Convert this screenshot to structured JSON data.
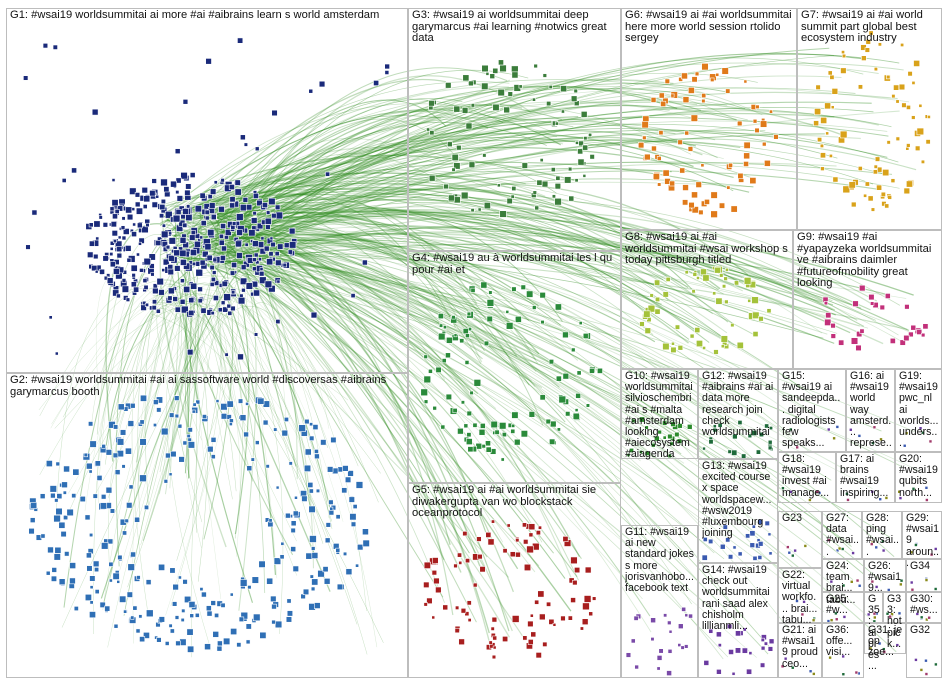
{
  "groups": [
    {
      "id": "G1",
      "label": "G1: #wsai19 worldsummitai ai more #ai #aibrains learn s world amsterdam"
    },
    {
      "id": "G2",
      "label": "G2: #wsai19 worldsummitai #ai ai sassoftware world #discoversas #aibrains garymarcus booth"
    },
    {
      "id": "G3",
      "label": "G3: #wsai19 ai worldsummitai deep garymarcus #ai learning #notwics great data"
    },
    {
      "id": "G4",
      "label": "G4: #wsai19 au à worldsummitai les l qu pour #ai et"
    },
    {
      "id": "G5",
      "label": "G5: #wsai19 ai #ai worldsummitai sie diwakergupta van wo blockstack oceanprotocol"
    },
    {
      "id": "G6",
      "label": "G6: #wsai19 ai #ai worldsummitai here more world session rtolido sergey"
    },
    {
      "id": "G7",
      "label": "G7: #wsai19 ai #ai world summit part global best ecosystem industry"
    },
    {
      "id": "G8",
      "label": "G8: #wsai19 ai #ai worldsummitai #wsai workshop s today pittsburgh titled"
    },
    {
      "id": "G9",
      "label": "G9: #wsai19 #ai #yapayzeka worldsummitai ve #aibrains daimler #futureofmobility great looking"
    },
    {
      "id": "G10",
      "label": "G10: #wsai19 worldsummitai silvioschembri #ai s #malta #amsterdam looking #aiecosystem #aiagenda"
    },
    {
      "id": "G11",
      "label": "G11: #wsai19 ai new standard jokes s more jorisvanhobo... facebook text"
    },
    {
      "id": "G12",
      "label": "G12: #wsai19 #aibrains #ai ai data more research join check worldsummitai"
    },
    {
      "id": "G13",
      "label": "G13: #wsai19 excited course x space worldspacew... #wsw2019 #luxembourg joining"
    },
    {
      "id": "G14",
      "label": "G14: #wsai19 check out worldsummitai rani saad alex chisholm lillianmli..."
    },
    {
      "id": "G15",
      "label": "G15: #wsai19 ai sandeepda... digital radiologists few speaks..."
    },
    {
      "id": "G16",
      "label": "G16: ai #wsai19 world way amsterd... represe..."
    },
    {
      "id": "G17",
      "label": "G17: ai brains #wsai19 inspiring..."
    },
    {
      "id": "G18",
      "label": "G18: #wsai19 invest #ai manage..."
    },
    {
      "id": "G19",
      "label": "G19: #wsai19 pwc_nl ai worlds... unders..."
    },
    {
      "id": "G20",
      "label": "G20: #wsai19 qubits north..."
    },
    {
      "id": "G21",
      "label": "G21: ai #wsai19 proud ceo..."
    },
    {
      "id": "G22",
      "label": "G22: virtual workfo... brai... tabu..."
    },
    {
      "id": "G23",
      "label": "G23"
    },
    {
      "id": "G24",
      "label": "G24: team brai... tabu..."
    },
    {
      "id": "G25",
      "label": "G25: #w..."
    },
    {
      "id": "G26",
      "label": "G26: #wsai19..."
    },
    {
      "id": "G27",
      "label": "G27: data #wsai..."
    },
    {
      "id": "G28",
      "label": "G28: ping #wsai..."
    },
    {
      "id": "G29",
      "label": "G29: #wsai19 aroun..."
    },
    {
      "id": "G30",
      "label": "G30: #ws..."
    },
    {
      "id": "G31",
      "label": "G31: je op zoe..."
    },
    {
      "id": "G32",
      "label": "G32"
    },
    {
      "id": "G33",
      "label": "G33: hot pick..."
    },
    {
      "id": "G34",
      "label": "G34"
    },
    {
      "id": "G35",
      "label": "G35: ai pres..."
    },
    {
      "id": "G36",
      "label": "G36: offe... visi..."
    }
  ],
  "colors": {
    "edge": "#2e8b1e",
    "border": "#bdbdbd",
    "G1": "#1a2a7a",
    "G2": "#2f6fb5",
    "G3": "#3b7d3b",
    "G4": "#2a8a3a",
    "G5": "#a81e1e",
    "G6": "#e07a1a",
    "G7": "#d9a21a",
    "G8": "#a4c23a",
    "G9": "#c2307a",
    "G10": "#2b8a2b",
    "G11": "#7a4aa8",
    "G12": "#1e6a3a",
    "G13": "#3a5ab0",
    "G14": "#6a3aa0"
  }
}
